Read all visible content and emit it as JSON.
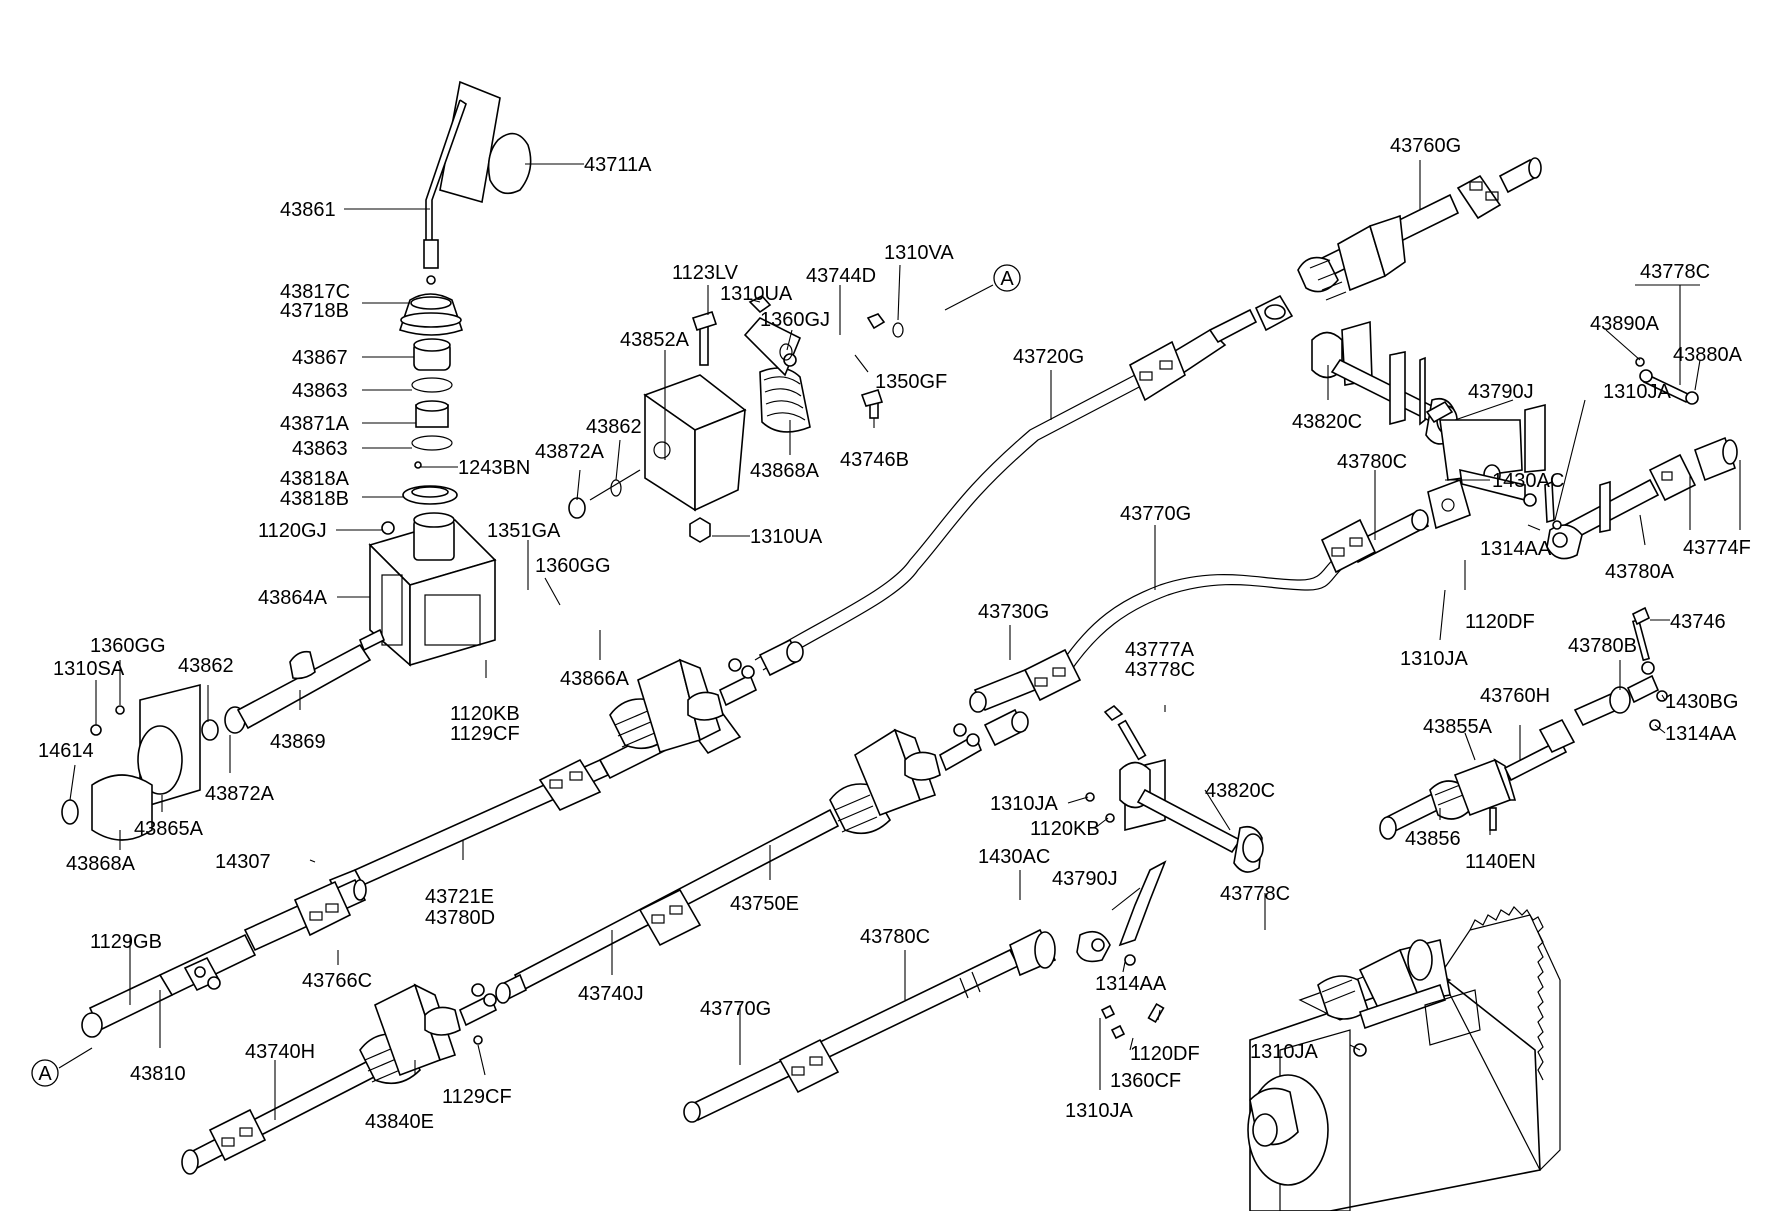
{
  "labels": [
    {
      "id": "l01",
      "text": "43711A"
    },
    {
      "id": "l02",
      "text": "43861"
    },
    {
      "id": "l03",
      "text": "43817C"
    },
    {
      "id": "l04",
      "text": "43718B"
    },
    {
      "id": "l05",
      "text": "43867"
    },
    {
      "id": "l06",
      "text": "43863"
    },
    {
      "id": "l07",
      "text": "43871A"
    },
    {
      "id": "l08",
      "text": "43863"
    },
    {
      "id": "l09",
      "text": "1243BN"
    },
    {
      "id": "l10",
      "text": "43818A"
    },
    {
      "id": "l11",
      "text": "43818B"
    },
    {
      "id": "l12",
      "text": "1120GJ"
    },
    {
      "id": "l13",
      "text": "1351GA"
    },
    {
      "id": "l14",
      "text": "1360GG"
    },
    {
      "id": "l15",
      "text": "43864A"
    },
    {
      "id": "l16",
      "text": "1120KB"
    },
    {
      "id": "l17",
      "text": "1129CF"
    },
    {
      "id": "l18",
      "text": "43866A"
    },
    {
      "id": "l19",
      "text": "1360GG"
    },
    {
      "id": "l20",
      "text": "1310SA"
    },
    {
      "id": "l21",
      "text": "43862"
    },
    {
      "id": "l22",
      "text": "14614"
    },
    {
      "id": "l23",
      "text": "43869"
    },
    {
      "id": "l24",
      "text": "43872A"
    },
    {
      "id": "l25",
      "text": "43865A"
    },
    {
      "id": "l26",
      "text": "43868A"
    },
    {
      "id": "l27",
      "text": "1123LV"
    },
    {
      "id": "l28",
      "text": "1310UA"
    },
    {
      "id": "l29",
      "text": "43744D"
    },
    {
      "id": "l30",
      "text": "1310VA"
    },
    {
      "id": "l31",
      "text": "1360GJ"
    },
    {
      "id": "l32",
      "text": "43852A"
    },
    {
      "id": "l33",
      "text": "1350GF"
    },
    {
      "id": "l34",
      "text": "43862"
    },
    {
      "id": "l35",
      "text": "43872A"
    },
    {
      "id": "l36",
      "text": "43868A"
    },
    {
      "id": "l37",
      "text": "43746B"
    },
    {
      "id": "l38",
      "text": "1310UA"
    },
    {
      "id": "l39",
      "text": "43720G"
    },
    {
      "id": "l40",
      "text": "43760G"
    },
    {
      "id": "l41",
      "text": "43778C"
    },
    {
      "id": "l42",
      "text": "43890A"
    },
    {
      "id": "l43",
      "text": "43880A"
    },
    {
      "id": "l44",
      "text": "43820C"
    },
    {
      "id": "l45",
      "text": "43790J"
    },
    {
      "id": "l46",
      "text": "1310JA"
    },
    {
      "id": "l47",
      "text": "43780C"
    },
    {
      "id": "l48",
      "text": "1430AC"
    },
    {
      "id": "l49",
      "text": "43770G"
    },
    {
      "id": "l50",
      "text": "1314AA"
    },
    {
      "id": "l51",
      "text": "43780A"
    },
    {
      "id": "l52",
      "text": "43774F"
    },
    {
      "id": "l53",
      "text": "1120DF"
    },
    {
      "id": "l54",
      "text": "1310JA"
    },
    {
      "id": "l55",
      "text": "43746"
    },
    {
      "id": "l56",
      "text": "43730G"
    },
    {
      "id": "l57",
      "text": "43777A"
    },
    {
      "id": "l58",
      "text": "43778C"
    },
    {
      "id": "l59",
      "text": "43780B"
    },
    {
      "id": "l60",
      "text": "1430BG"
    },
    {
      "id": "l61",
      "text": "43760H"
    },
    {
      "id": "l62",
      "text": "1314AA"
    },
    {
      "id": "l63",
      "text": "43855A"
    },
    {
      "id": "l64",
      "text": "43820C"
    },
    {
      "id": "l65",
      "text": "1310JA"
    },
    {
      "id": "l66",
      "text": "1120KB"
    },
    {
      "id": "l67",
      "text": "43856"
    },
    {
      "id": "l68",
      "text": "1140EN"
    },
    {
      "id": "l69",
      "text": "1430AC"
    },
    {
      "id": "l70",
      "text": "43790J"
    },
    {
      "id": "l71",
      "text": "43778C"
    },
    {
      "id": "l72",
      "text": "14307"
    },
    {
      "id": "l73",
      "text": "43721E"
    },
    {
      "id": "l74",
      "text": "43780D"
    },
    {
      "id": "l75",
      "text": "43750E"
    },
    {
      "id": "l76",
      "text": "43780C"
    },
    {
      "id": "l77",
      "text": "1129GB"
    },
    {
      "id": "l78",
      "text": "43766C"
    },
    {
      "id": "l79",
      "text": "43740J"
    },
    {
      "id": "l80",
      "text": "1314AA"
    },
    {
      "id": "l81",
      "text": "43770G"
    },
    {
      "id": "l82",
      "text": "1120DF"
    },
    {
      "id": "l83",
      "text": "43810"
    },
    {
      "id": "l84",
      "text": "43740H"
    },
    {
      "id": "l85",
      "text": "1129CF"
    },
    {
      "id": "l86",
      "text": "1310JA"
    },
    {
      "id": "l87",
      "text": "43840E"
    },
    {
      "id": "l88",
      "text": "1360CF"
    },
    {
      "id": "l89",
      "text": "1310JA"
    }
  ],
  "callouts": {
    "a_top": "A",
    "a_bottom": "A"
  }
}
